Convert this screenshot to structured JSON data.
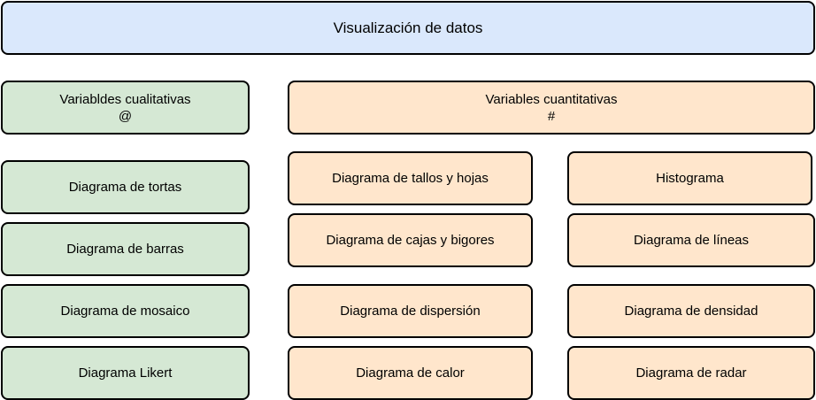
{
  "title": "Visualización de datos",
  "colors": {
    "title_fill": "#dae8fc",
    "qualitative_fill": "#d5e8d4",
    "quantitative_fill": "#ffe6cc",
    "stroke": "#000000"
  },
  "qualitative": {
    "header": {
      "line1": "Variabldes cualitativas",
      "line2": "@"
    },
    "items": [
      "Diagrama de tortas",
      "Diagrama de barras",
      "Diagrama de mosaico",
      "Diagrama Likert"
    ]
  },
  "quantitative": {
    "header": {
      "line1": "Variables cuantitativas",
      "line2": "#"
    },
    "left_items": [
      "Diagrama de tallos y hojas",
      "Diagrama de cajas y bigores",
      "Diagrama de dispersión",
      "Diagrama de calor"
    ],
    "right_items": [
      "Histograma",
      "Diagrama de líneas",
      "Diagrama de densidad",
      "Diagrama de radar"
    ]
  }
}
